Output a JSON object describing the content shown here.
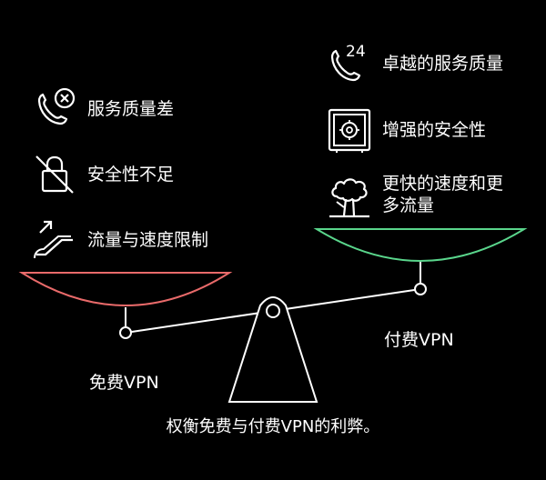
{
  "free": {
    "label": "免费VPN",
    "cons": [
      "服务质量差",
      "安全性不足",
      "流量与速度限制"
    ],
    "icons": [
      "phone-x-icon",
      "lock-slash-icon",
      "escalator-icon"
    ],
    "color": "#e96a6a"
  },
  "paid": {
    "label": "付费VPN",
    "pros": [
      "卓越的服务质量",
      "增强的安全性",
      "更快的速度和更\n多流量"
    ],
    "icons": [
      "phone-24-icon",
      "safe-icon",
      "tree-icon"
    ],
    "phone_badge": "24",
    "color": "#5ad68c"
  },
  "caption": "权衡免费与付费VPN的利弊。"
}
